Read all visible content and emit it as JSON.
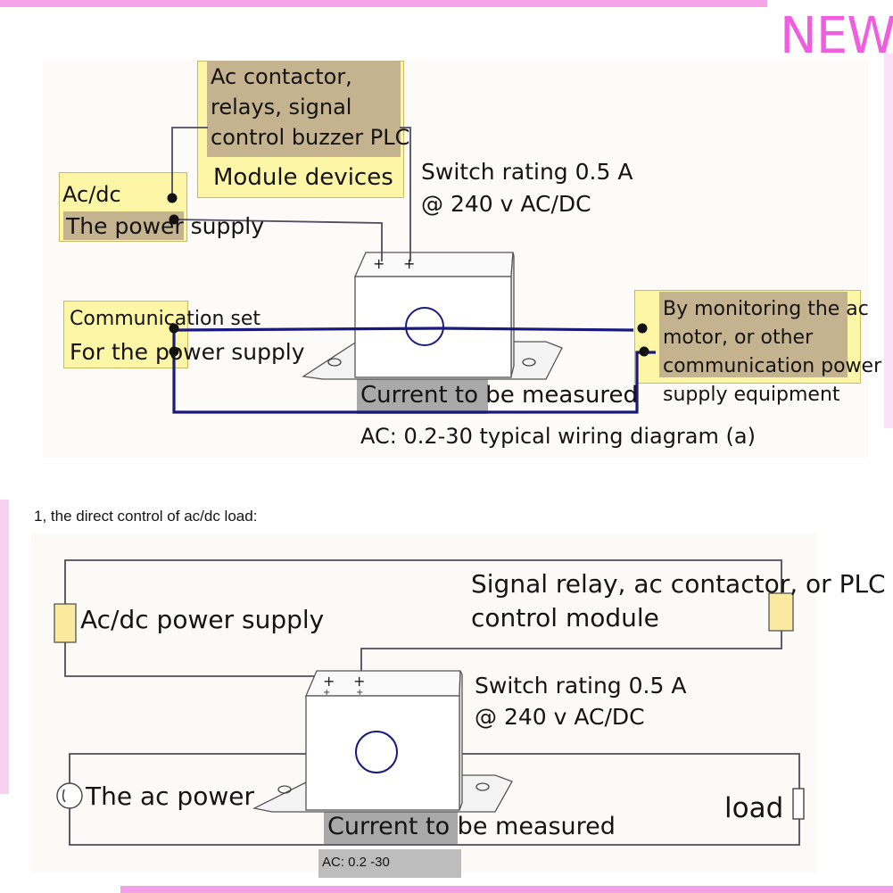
{
  "badge": {
    "text": "NEW"
  },
  "diagram_a": {
    "device_box": {
      "line1": "Ac contactor,",
      "line2": "relays, signal",
      "line3": "control buzzer PLC",
      "line4": "Module devices"
    },
    "power_box": {
      "line1": "Ac/dc",
      "line2": "The power supply"
    },
    "switch_rating": {
      "line1": "Switch rating 0.5 A",
      "line2": "@ 240 v AC/DC"
    },
    "comm_box": {
      "line1": "Communication set",
      "line2": "For the power supply"
    },
    "monitor_box": {
      "line1": "By monitoring the ac",
      "line2": "motor, or other",
      "line3": "communication power",
      "line4": "supply equipment"
    },
    "current_label": "Current to be measured",
    "caption": "AC: 0.2-30 typical wiring diagram (a)"
  },
  "section_heading": "1, the direct control of ac/dc load:",
  "diagram_b": {
    "power_label": "Ac/dc power supply",
    "relay_label": {
      "line1": "Signal relay, ac contactor, or PLC",
      "line2": "control module"
    },
    "switch_rating": {
      "line1": "Switch rating 0.5 A",
      "line2": "@ 240 v AC/DC"
    },
    "ac_power_label": "The ac power",
    "load_label": "load",
    "current_label": "Current to be measured",
    "caption": "AC: 0.2 -30"
  },
  "colors": {
    "wire_dark": "#1a1a7e",
    "wire_gray": "#4d4d63",
    "box_yellow": "#fcf6a6",
    "box_tan": "#c5b38f",
    "badge_pink": "#f05ee0"
  }
}
